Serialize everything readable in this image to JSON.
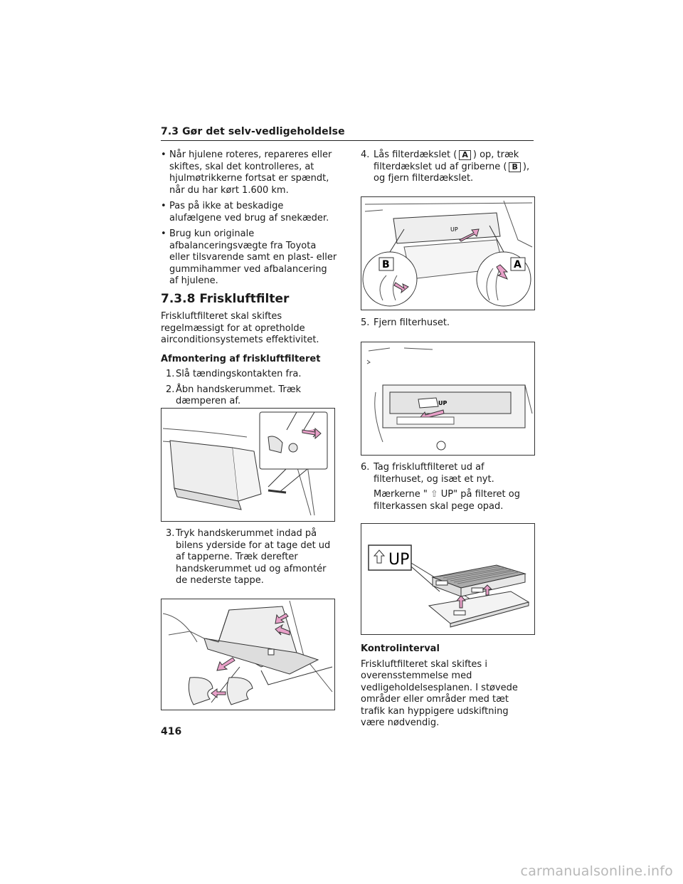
{
  "header": {
    "title": "7.3 Gør det selv-vedligeholdelse"
  },
  "left": {
    "bullets": [
      "Når hjulene roteres, repareres eller skiftes, skal det kontrolleres, at hjulmøtrikkerne fortsat er spændt, når du har kørt 1.600 km.",
      "Pas på ikke at beskadige alufælgene ved brug af snekæder.",
      "Brug kun originale afbalanceringsvægte fra Toyota eller tilsvarende samt en plast- eller gummihammer ved afbalancering af hjulene."
    ],
    "section_title": "7.3.8 Friskluftfilter",
    "intro": "Friskluftfilteret skal skiftes regelmæssigt for at opretholde airconditionsystemets effektivitet.",
    "subheading": "Afmontering af friskluftfilteret",
    "steps": [
      {
        "num": "1.",
        "text": "Slå tændingskontakten fra."
      },
      {
        "num": "2.",
        "text": "Åbn handskerummet. Træk dæmperen af."
      },
      {
        "num": "3.",
        "text": "Tryk handskerummet indad på bilens yderside for at tage det ud af tapperne. Træk derefter handskerummet ud og afmontér de nederste tappe."
      }
    ]
  },
  "right": {
    "step4": {
      "num": "4.",
      "pre": "Lås filterdækslet (",
      "key_a": "A",
      "mid": ") op, træk filterdækslet ud af griberne (",
      "key_b": "B",
      "post": "), og fjern filterdækslet."
    },
    "fig_labels": {
      "a": "A",
      "b": "B",
      "up": "UP"
    },
    "step5": {
      "num": "5.",
      "text": "Fjern filterhuset."
    },
    "step6": {
      "num": "6.",
      "text": "Tag friskluftfilteret ud af filterhuset, og isæt et nyt."
    },
    "marks_note": {
      "pre": "Mærkerne \"",
      "arrow": "⇧",
      "post": "UP\" på filteret og filterkassen skal pege opad."
    },
    "big_label": "UP",
    "subheading": "Kontrolinterval",
    "interval_text": "Friskluftfilteret skal skiftes i overensstemmelse med vedligeholdelsesplanen. I støvede områder eller områder med tæt trafik kan hyppigere udskiftning være nødvendig."
  },
  "page_number": "416",
  "watermark": "carmanualsonline.info",
  "colors": {
    "arrow": "#e8a0c8",
    "text": "#1a1a1a"
  }
}
